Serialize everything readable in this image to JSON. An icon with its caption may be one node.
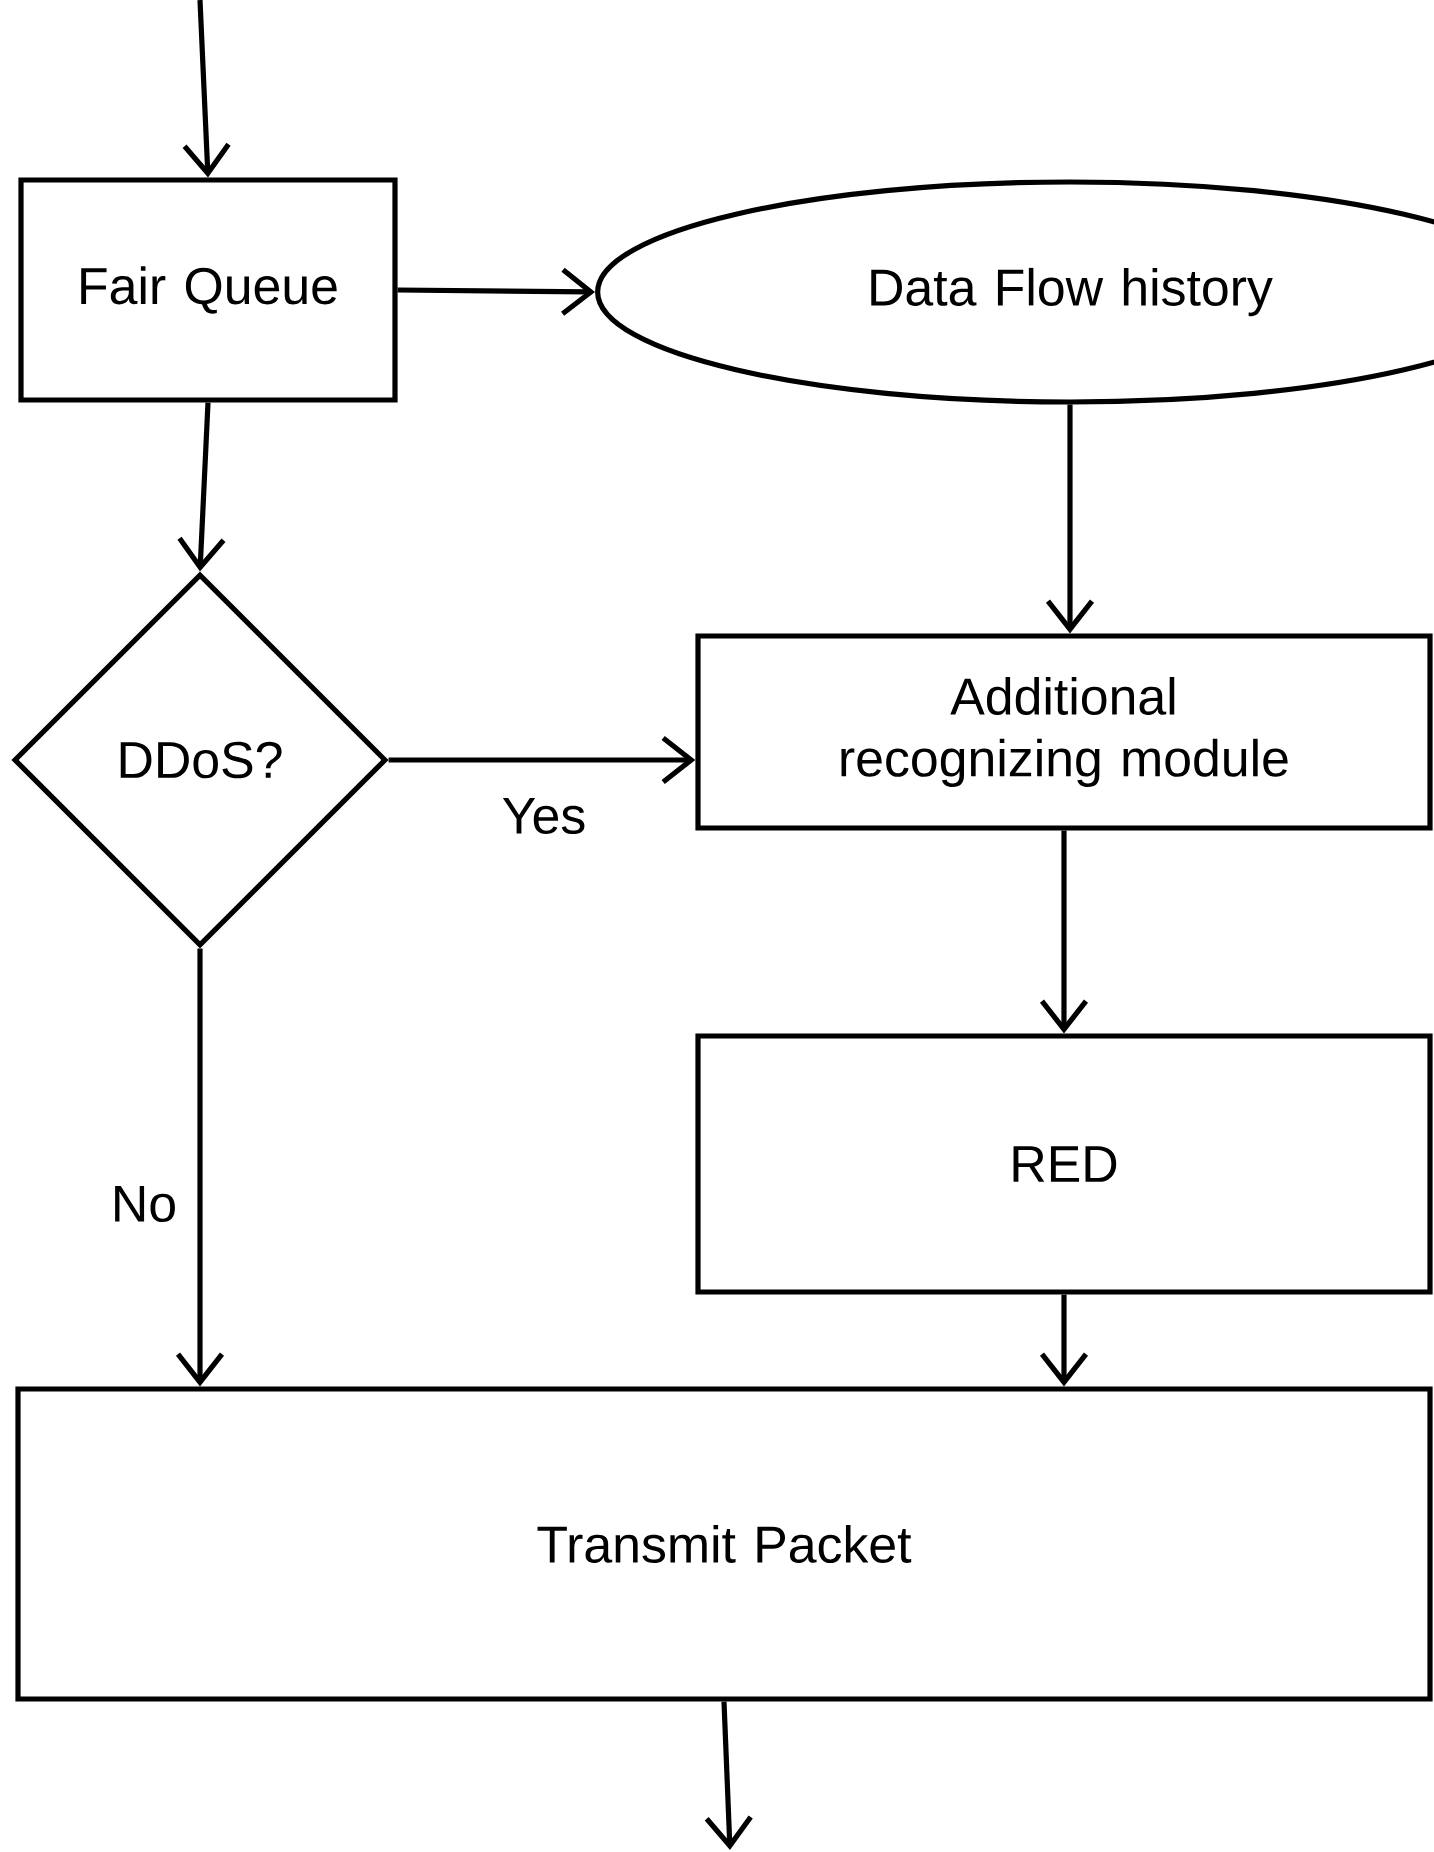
{
  "diagram": {
    "nodes": [
      {
        "text": [
          "Fair Queue"
        ]
      },
      {
        "text": [
          "Data Flow history"
        ]
      },
      {
        "text": [
          "DDoS?"
        ]
      },
      {
        "text": [
          "Additional recognizing module"
        ]
      },
      {
        "text": [
          "RED"
        ]
      },
      {
        "text": [
          "Transmit Packet"
        ]
      }
    ],
    "edges": [
      {
        "from": null,
        "to": 0,
        "arrow": "to"
      },
      {
        "from": 0,
        "to": 1,
        "arrow": "to"
      },
      {
        "from": 0,
        "to": 2,
        "arrow": "to"
      },
      {
        "from": 1,
        "to": 3,
        "arrow": "to"
      },
      {
        "from": 2,
        "to": 3,
        "arrow": "to",
        "label": "Yes"
      },
      {
        "from": 2,
        "to": 5,
        "arrow": "to",
        "label": "No"
      },
      {
        "from": 3,
        "to": 4,
        "arrow": "to"
      },
      {
        "from": 4,
        "to": 5,
        "arrow": "to"
      },
      {
        "from": 5,
        "to": null,
        "arrow": "to"
      }
    ]
  }
}
